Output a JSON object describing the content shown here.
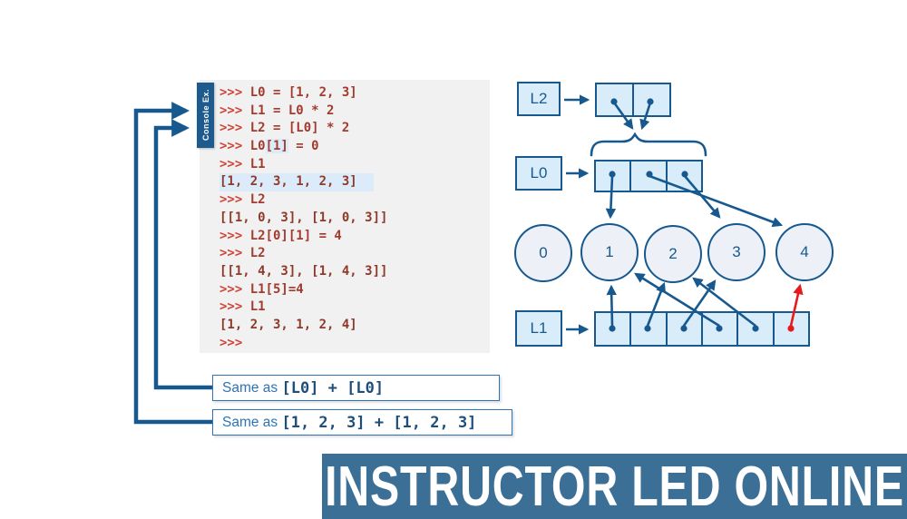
{
  "colors": {
    "accent": "#17598f",
    "red": "#e8191c",
    "console-bg": "#f1f1f1",
    "tab-bg": "#1d5a8d",
    "prompt": "#cf4436",
    "input": "#a33a2e",
    "output": "#8e392a",
    "line-highlight": "#dcebfa",
    "cell": "#d8ecfa",
    "circle": "#eef0f8",
    "callout-border": "#2e74b5",
    "callout-code": "#1f4e79",
    "banner-bg": "#3c6f95",
    "banner-text": "#ffffff"
  },
  "console": {
    "tab_label": "Console Ex.",
    "lines": [
      {
        "type": "input",
        "prompt": ">>>",
        "code": "L0 = [1, 2, 3]"
      },
      {
        "type": "input",
        "prompt": ">>>",
        "code": "L1 = L0 * 2"
      },
      {
        "type": "input",
        "prompt": ">>>",
        "code": "L2 = [L0] * 2"
      },
      {
        "type": "input",
        "prompt": ">>>",
        "code": "L0[1] = 0",
        "mark": "[1]"
      },
      {
        "type": "input",
        "prompt": ">>>",
        "code": "L1"
      },
      {
        "type": "output",
        "prompt": "",
        "code": "[1, 2, 3, 1, 2, 3]",
        "highlight": true
      },
      {
        "type": "input",
        "prompt": ">>>",
        "code": "L2"
      },
      {
        "type": "output",
        "prompt": "",
        "code": "[[1, 0, 3], [1, 0, 3]]"
      },
      {
        "type": "input",
        "prompt": ">>>",
        "code": "L2[0][1] = 4"
      },
      {
        "type": "input",
        "prompt": ">>>",
        "code": "L2"
      },
      {
        "type": "output",
        "prompt": "",
        "code": "[[1, 4, 3], [1, 4, 3]]"
      },
      {
        "type": "input",
        "prompt": ">>>",
        "code": "L1[5]=4"
      },
      {
        "type": "input",
        "prompt": ">>>",
        "code": "L1"
      },
      {
        "type": "output",
        "prompt": "",
        "code": "[1, 2, 3, 1, 2, 4]"
      },
      {
        "type": "input",
        "prompt": ">>>",
        "code": ""
      }
    ]
  },
  "callouts": [
    {
      "prefix": "Same as ",
      "code": "[L0] + [L0]"
    },
    {
      "prefix": "Same as ",
      "code": "[1, 2, 3] + [1, 2, 3]"
    }
  ],
  "diagram": {
    "l2_label": "L2",
    "l0_label": "L0",
    "l1_label": "L1",
    "circles": [
      "0",
      "1",
      "2",
      "3",
      "4"
    ],
    "l2_cell_count": 2,
    "l0_cell_count": 3,
    "l1_cell_count": 6
  },
  "banner": {
    "text": "INSTRUCTOR LED ONLINE"
  }
}
